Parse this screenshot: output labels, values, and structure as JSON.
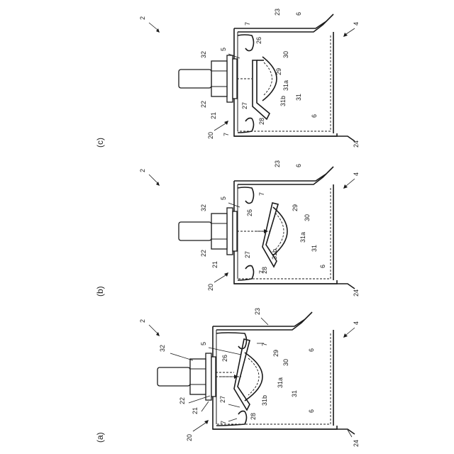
{
  "figure": {
    "panels": [
      {
        "id": "a",
        "caption": "(a)",
        "labels": {
          "l2": "2",
          "l4": "4",
          "l5": "5",
          "l6a": "6",
          "l6b": "6",
          "l7a": "7",
          "l7b": "7",
          "l20": "20",
          "l21": "21",
          "l22": "22",
          "l23": "23",
          "l24": "24",
          "l26": "26",
          "l27": "27",
          "l28": "28",
          "l29": "29",
          "l30": "30",
          "l31": "31",
          "l31a": "31a",
          "l31b": "31b",
          "l32": "32"
        }
      },
      {
        "id": "b",
        "caption": "(b)",
        "labels": {
          "l2": "2",
          "l4": "4",
          "l5": "5",
          "l6a": "6",
          "l6b": "6",
          "l7a": "7",
          "l7b": "7",
          "l20": "20",
          "l21": "21",
          "l22": "22",
          "l23": "23",
          "l24": "24",
          "l26": "26",
          "l27": "27",
          "l28": "28",
          "l29": "29",
          "l30": "30",
          "l31": "31",
          "l31a": "31a",
          "l31b": "31b",
          "l32": "32"
        }
      },
      {
        "id": "c",
        "caption": "(c)",
        "labels": {
          "l2": "2",
          "l4": "4",
          "l5": "5",
          "l6a": "6",
          "l6b": "6",
          "l7a": "7",
          "l7b": "7",
          "l20": "20",
          "l21": "21",
          "l22": "22",
          "l23": "23",
          "l24": "24",
          "l26": "26",
          "l27": "27",
          "l28": "28",
          "l29": "29",
          "l30": "30",
          "l31": "31",
          "l31a": "31a",
          "l31b": "31b",
          "l32": "32"
        }
      }
    ]
  },
  "colors": {
    "ink": "#1a1a1a",
    "paper": "#ffffff"
  }
}
